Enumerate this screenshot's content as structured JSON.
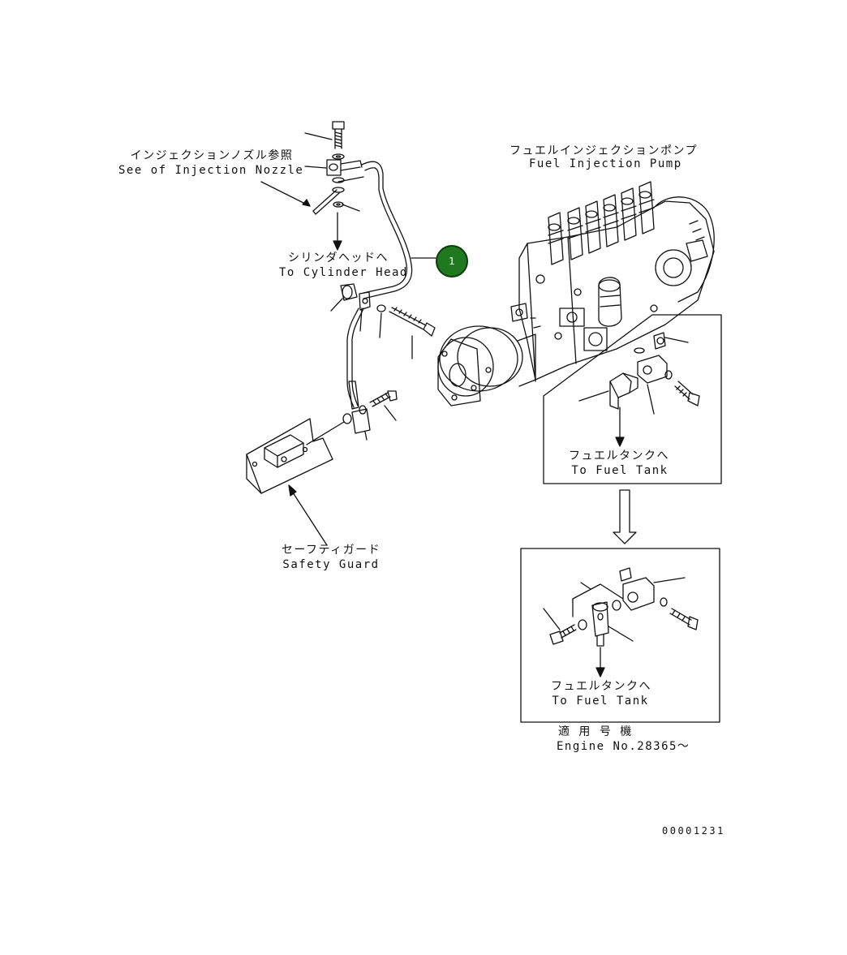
{
  "labels": {
    "injection_nozzle_jp": "インジェクションノズル参照",
    "injection_nozzle_en": "See of Injection Nozzle",
    "cylinder_head_jp": "シリンダヘッドへ",
    "cylinder_head_en": "To Cylinder Head",
    "fuel_pump_jp": "フュエルインジェクションポンプ",
    "fuel_pump_en": "Fuel Injection Pump",
    "fuel_tank_upper_jp": "フュエルタンクへ",
    "fuel_tank_upper_en": "To Fuel Tank",
    "safety_guard_jp": "セーフティガード",
    "safety_guard_en": "Safety Guard",
    "fuel_tank_lower_jp": "フュエルタンクへ",
    "fuel_tank_lower_en": "To Fuel Tank",
    "applicable_jp": "適 用 号 機",
    "engine_no": "Engine No.28365～",
    "drawing_number": "00001231"
  },
  "callout": {
    "number": "1",
    "color": "#1f7a1f"
  }
}
